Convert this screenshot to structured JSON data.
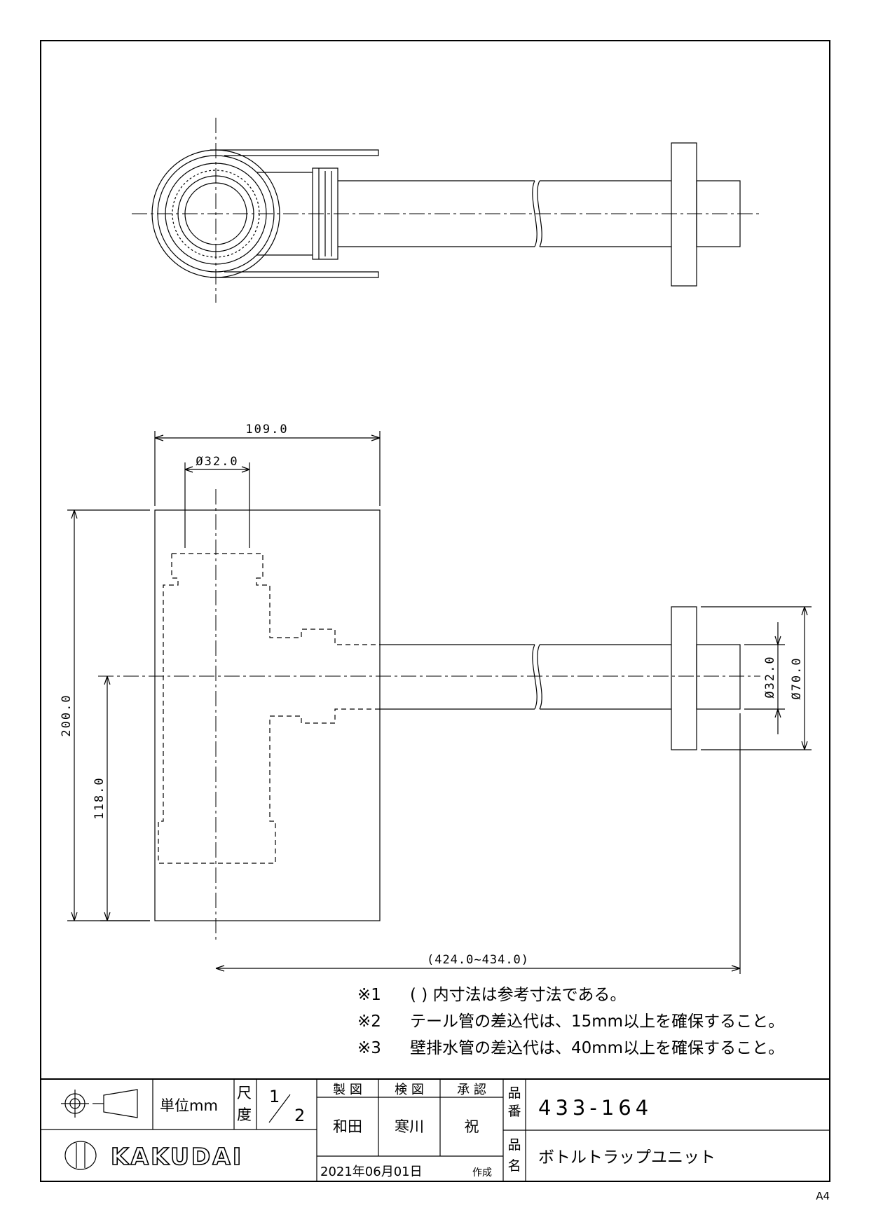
{
  "drawing": {
    "dimensions": {
      "width_109": "109.0",
      "dia_32_top": "Ø32.0",
      "height_200": "200.0",
      "height_118": "118.0",
      "dia_32_side": "Ø32.0",
      "dia_70": "Ø70.0",
      "length_ref": "(424.0~434.0)"
    },
    "notes": [
      {
        "mark": "※1",
        "text": "(   ) 内寸法は参考寸法である。"
      },
      {
        "mark": "※2",
        "text": "テール管の差込代は、15mm以上を確保すること。"
      },
      {
        "mark": "※3",
        "text": "壁排水管の差込代は、40mm以上を確保すること。"
      }
    ]
  },
  "title_block": {
    "unit_label": "単位mm",
    "scale_label_1": "尺",
    "scale_label_2": "度",
    "scale_num": "1",
    "scale_den": "2",
    "drawn_header": "製 図",
    "checked_header": "検 図",
    "approved_header": "承 認",
    "drawn_by": "和田",
    "checked_by": "寒川",
    "approved_by": "祝",
    "part_no_label_1": "品",
    "part_no_label_2": "番",
    "part_no": "433-164",
    "part_name_label_1": "品",
    "part_name_label_2": "名",
    "part_name": "ボトルトラップユニット",
    "date": "2021年06月01日",
    "date_suffix": "作成",
    "brand": "KAKUDAI",
    "paper_size": "A4"
  }
}
